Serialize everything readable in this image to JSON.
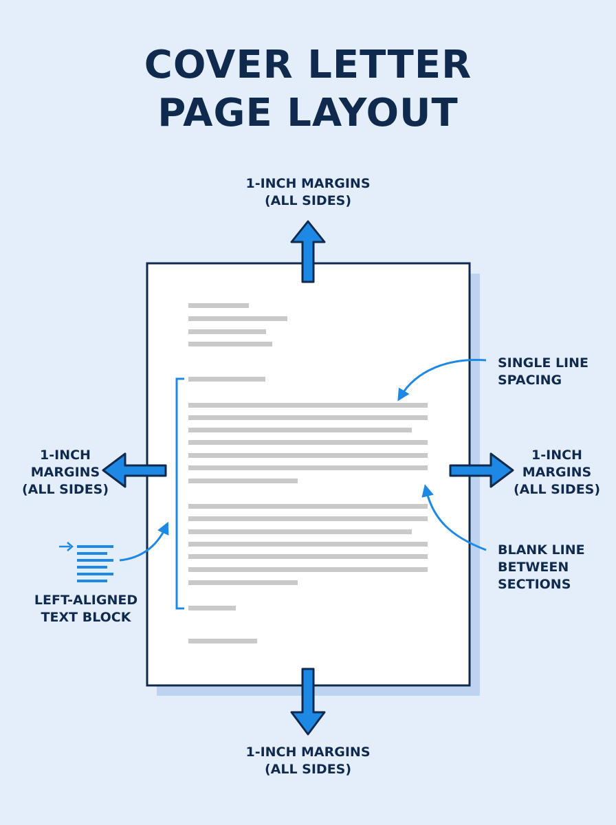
{
  "title": {
    "line1": "COVER LETTER",
    "line2": "PAGE LAYOUT"
  },
  "labels": {
    "top_margin": {
      "line1": "1-INCH MARGINS",
      "line2": "(ALL SIDES)"
    },
    "bottom_margin": {
      "line1": "1-INCH MARGINS",
      "line2": "(ALL SIDES)"
    },
    "left_margin": {
      "line1": "1-INCH",
      "line2": "MARGINS",
      "line3": "(ALL SIDES)"
    },
    "right_margin": {
      "line1": "1-INCH",
      "line2": "MARGINS",
      "line3": "(ALL SIDES)"
    },
    "single_spacing": {
      "line1": "SINGLE LINE",
      "line2": "SPACING"
    },
    "blank_line": {
      "line1": "BLANK LINE",
      "line2": "BETWEEN",
      "line3": "SECTIONS"
    },
    "left_aligned": {
      "line1": "LEFT-ALIGNED",
      "line2": "TEXT BLOCK"
    }
  },
  "colors": {
    "background": "#e4eefa",
    "navy": "#0f2a4d",
    "accent_blue": "#1e88e5",
    "text_line_gray": "#c9c9c9",
    "page_shadow": "#bdd4f0"
  },
  "icons": [
    "arrow-up-icon",
    "arrow-down-icon",
    "arrow-left-icon",
    "arrow-right-icon",
    "left-align-icon"
  ]
}
